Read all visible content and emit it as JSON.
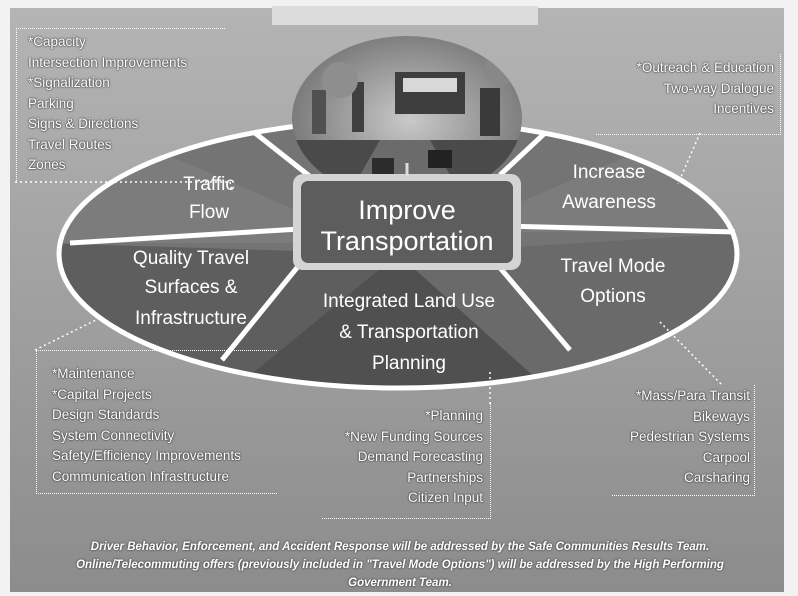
{
  "diagram": {
    "center": {
      "line1": "Improve",
      "line2": "Transportation"
    },
    "segments": [
      {
        "id": "traffic",
        "lines": [
          "Traffic",
          "Flow"
        ]
      },
      {
        "id": "awareness",
        "lines": [
          "Increase",
          "Awareness"
        ]
      },
      {
        "id": "quality",
        "lines": [
          "Quality Travel",
          "Surfaces &",
          "Infrastructure"
        ]
      },
      {
        "id": "modes",
        "lines": [
          "Travel Mode",
          "Options"
        ]
      },
      {
        "id": "landuse",
        "lines": [
          "Integrated Land Use",
          "& Transportation",
          "Planning"
        ]
      }
    ]
  },
  "lists": {
    "traffic": [
      "*Capacity",
      "Intersection Improvements",
      "*Signalization",
      "Parking",
      "Signs & Directions",
      "Travel Routes",
      "Zones"
    ],
    "awareness": [
      "*Outreach & Education",
      "Two-way Dialogue",
      "Incentives"
    ],
    "quality": [
      "*Maintenance",
      "*Capital Projects",
      "Design Standards",
      "System Connectivity",
      "Safety/Efficiency Improvements",
      "Communication Infrastructure"
    ],
    "landuse": [
      "*Planning",
      "*New Funding Sources",
      "Demand Forecasting",
      "Partnerships",
      "Citizen Input"
    ],
    "modes": [
      "*Mass/Para Transit",
      "Bikeways",
      "Pedestrian Systems",
      "Carpool",
      "Carsharing"
    ]
  },
  "footer": {
    "line1": "Driver Behavior, Enforcement, and Accident Response will be addressed by the Safe Communities Results Team.",
    "line2": "Online/Telecommuting offers (previously included in \"Travel Mode Options\") will be addressed by the High Performing",
    "line3": "Government Team."
  },
  "colors": {
    "background_top": "#b2b2b2",
    "background_bottom": "#8a8a8a",
    "segment": "#6e6e6e",
    "center": "#5d5d5d",
    "text": "#ffffff"
  }
}
